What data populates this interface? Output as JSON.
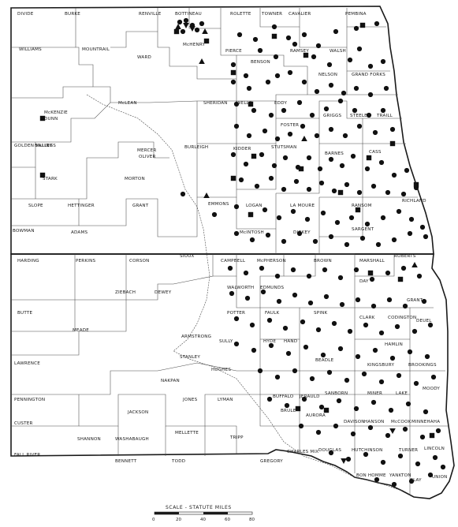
{
  "scale": {
    "title": "SCALE - STATUTE MILES",
    "ticks": [
      "0",
      "20",
      "40",
      "60",
      "80"
    ]
  },
  "labels": [
    {
      "id": "divide",
      "text": "DIVIDE"
    },
    {
      "id": "burke",
      "text": "BURKE"
    },
    {
      "id": "renville",
      "text": "RENVILLE"
    },
    {
      "id": "bottineau",
      "text": "BOTTINEAU"
    },
    {
      "id": "rolette",
      "text": "ROLETTE"
    },
    {
      "id": "towner",
      "text": "TOWNER"
    },
    {
      "id": "cavalier",
      "text": "CAVALIER"
    },
    {
      "id": "pembina",
      "text": "PEMBINA"
    },
    {
      "id": "williams",
      "text": "WILLIAMS"
    },
    {
      "id": "mountrail",
      "text": "MOUNTRAIL"
    },
    {
      "id": "ward",
      "text": "WARD"
    },
    {
      "id": "mchenry",
      "text": "McHENRY"
    },
    {
      "id": "pierce",
      "text": "PIERCE"
    },
    {
      "id": "benson",
      "text": "BENSON"
    },
    {
      "id": "ramsey",
      "text": "RAMSEY"
    },
    {
      "id": "walsh",
      "text": "WALSH"
    },
    {
      "id": "nelson",
      "text": "NELSON"
    },
    {
      "id": "grandforks",
      "text": "GRAND FORKS"
    },
    {
      "id": "mckenzie",
      "text": "McKENZIE"
    },
    {
      "id": "dunn",
      "text": "DUNN"
    },
    {
      "id": "mclean",
      "text": "McLEAN"
    },
    {
      "id": "sheridan",
      "text": "SHERIDAN"
    },
    {
      "id": "wells",
      "text": "WELLS"
    },
    {
      "id": "eddy",
      "text": "EDDY"
    },
    {
      "id": "foster",
      "text": "FOSTER"
    },
    {
      "id": "griggs",
      "text": "GRIGGS"
    },
    {
      "id": "steele",
      "text": "STEELE"
    },
    {
      "id": "traill",
      "text": "TRAILL"
    },
    {
      "id": "goldenvalley",
      "text": "GOLDEN VALLEY"
    },
    {
      "id": "billings",
      "text": "BILLINGS"
    },
    {
      "id": "mercer",
      "text": "MERCER"
    },
    {
      "id": "oliver",
      "text": "OLIVER"
    },
    {
      "id": "burleigh",
      "text": "BURLEIGH"
    },
    {
      "id": "kidder",
      "text": "KIDDER"
    },
    {
      "id": "stutsman",
      "text": "STUTSMAN"
    },
    {
      "id": "barnes",
      "text": "BARNES"
    },
    {
      "id": "cass",
      "text": "CASS"
    },
    {
      "id": "stark",
      "text": "STARK"
    },
    {
      "id": "morton",
      "text": "MORTON"
    },
    {
      "id": "slope",
      "text": "SLOPE"
    },
    {
      "id": "hettinger",
      "text": "HETTINGER"
    },
    {
      "id": "grant",
      "text": "GRANT"
    },
    {
      "id": "emmons",
      "text": "EMMONS"
    },
    {
      "id": "logan",
      "text": "LOGAN"
    },
    {
      "id": "lamoure",
      "text": "LA MOURE"
    },
    {
      "id": "ransom",
      "text": "RANSOM"
    },
    {
      "id": "richland",
      "text": "RICHLAND"
    },
    {
      "id": "bowman",
      "text": "BOWMAN"
    },
    {
      "id": "adams",
      "text": "ADAMS"
    },
    {
      "id": "mcintosh",
      "text": "McINTOSH"
    },
    {
      "id": "dickey",
      "text": "DICKEY"
    },
    {
      "id": "sargent",
      "text": "SARGENT"
    },
    {
      "id": "sioux",
      "text": "SIOUX"
    },
    {
      "id": "harding",
      "text": "HARDING"
    },
    {
      "id": "perkins",
      "text": "PERKINS"
    },
    {
      "id": "corson",
      "text": "CORSON"
    },
    {
      "id": "campbell",
      "text": "CAMPBELL"
    },
    {
      "id": "mcpherson",
      "text": "McPHERSON"
    },
    {
      "id": "brown",
      "text": "BROWN"
    },
    {
      "id": "marshall",
      "text": "MARSHALL"
    },
    {
      "id": "roberts",
      "text": "ROBERTS"
    },
    {
      "id": "ziebach",
      "text": "ZIEBACH"
    },
    {
      "id": "dewey",
      "text": "DEWEY"
    },
    {
      "id": "walworth",
      "text": "WALWORTH"
    },
    {
      "id": "edmunds",
      "text": "EDMUNDS"
    },
    {
      "id": "day",
      "text": "DAY"
    },
    {
      "id": "grant_sd",
      "text": "GRANT"
    },
    {
      "id": "butte",
      "text": "BUTTE"
    },
    {
      "id": "meade",
      "text": "MEADE"
    },
    {
      "id": "potter",
      "text": "POTTER"
    },
    {
      "id": "faulk",
      "text": "FAULK"
    },
    {
      "id": "spink",
      "text": "SPINK"
    },
    {
      "id": "clark",
      "text": "CLARK"
    },
    {
      "id": "codington",
      "text": "CODINGTON"
    },
    {
      "id": "deuel",
      "text": "DEUEL"
    },
    {
      "id": "armstrong",
      "text": "ARMSTRONG"
    },
    {
      "id": "sully",
      "text": "SULLY"
    },
    {
      "id": "hyde",
      "text": "HYDE"
    },
    {
      "id": "hand",
      "text": "HAND"
    },
    {
      "id": "hamlin",
      "text": "HAMLIN"
    },
    {
      "id": "lawrence",
      "text": "LAWRENCE"
    },
    {
      "id": "stanley",
      "text": "STANLEY"
    },
    {
      "id": "hughes",
      "text": "HUGHES"
    },
    {
      "id": "beadle",
      "text": "BEADLE"
    },
    {
      "id": "kingsbury",
      "text": "KINGSBURY"
    },
    {
      "id": "brookings",
      "text": "BROOKINGS"
    },
    {
      "id": "nakpan",
      "text": "NAKPAN"
    },
    {
      "id": "pennington",
      "text": "PENNINGTON"
    },
    {
      "id": "buffalo",
      "text": "BUFFALO"
    },
    {
      "id": "jerauld",
      "text": "JERAULD"
    },
    {
      "id": "sanborn",
      "text": "SANBORN"
    },
    {
      "id": "miner",
      "text": "MINER"
    },
    {
      "id": "lake",
      "text": "LAKE"
    },
    {
      "id": "moody",
      "text": "MOODY"
    },
    {
      "id": "custer",
      "text": "CUSTER"
    },
    {
      "id": "jackson",
      "text": "JACKSON"
    },
    {
      "id": "jones",
      "text": "JONES"
    },
    {
      "id": "lyman",
      "text": "LYMAN"
    },
    {
      "id": "brule",
      "text": "BRULE"
    },
    {
      "id": "aurora",
      "text": "AURORA"
    },
    {
      "id": "davison",
      "text": "DAVISON"
    },
    {
      "id": "hanson",
      "text": "HANSON"
    },
    {
      "id": "mccook",
      "text": "McCOOK"
    },
    {
      "id": "minnehaha",
      "text": "MINNEHAHA"
    },
    {
      "id": "shannon",
      "text": "SHANNON"
    },
    {
      "id": "washabaugh",
      "text": "WASHABAUGH"
    },
    {
      "id": "mellette",
      "text": "MELLETTE"
    },
    {
      "id": "tripp",
      "text": "TRIPP"
    },
    {
      "id": "charlesmix",
      "text": "CHARLES MIX"
    },
    {
      "id": "douglas",
      "text": "DOUGLAS"
    },
    {
      "id": "hutchinson",
      "text": "HUTCHINSON"
    },
    {
      "id": "turner",
      "text": "TURNER"
    },
    {
      "id": "lincoln",
      "text": "LINCOLN"
    },
    {
      "id": "fallriver",
      "text": "FALL RIVER"
    },
    {
      "id": "bennett",
      "text": "BENNETT"
    },
    {
      "id": "todd",
      "text": "TODD"
    },
    {
      "id": "gregory",
      "text": "GREGORY"
    },
    {
      "id": "bonhomme",
      "text": "BON HOMME"
    },
    {
      "id": "yankton",
      "text": "YANKTON"
    },
    {
      "id": "clay",
      "text": "CLAY"
    },
    {
      "id": "union",
      "text": "UNION"
    }
  ],
  "symbol_colors": {
    "ink": "#111111"
  }
}
